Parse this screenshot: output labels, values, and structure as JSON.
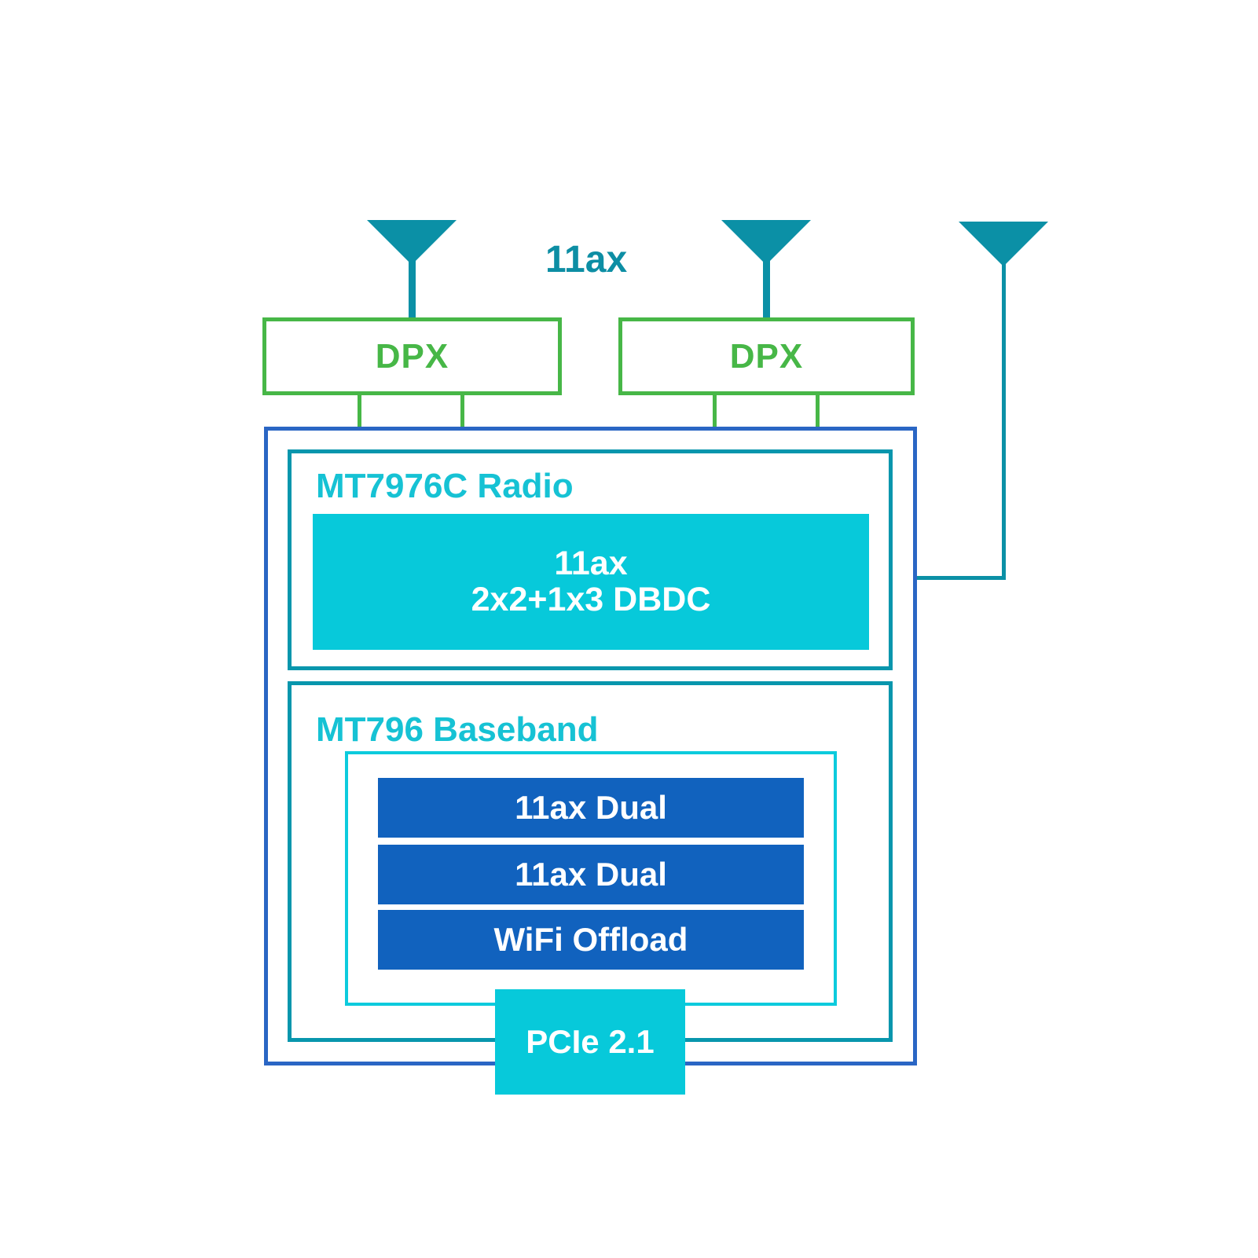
{
  "diagram_title": "11ax",
  "antennas": {
    "count": 3,
    "description": "three antenna-icons, third antenna routed by a feedline to the right side of the chip block"
  },
  "duplexers": [
    {
      "label": "DPX"
    },
    {
      "label": "DPX"
    }
  ],
  "radio": {
    "title": "MT7976C Radio",
    "core": {
      "line1": "11ax",
      "line2": "2x2+1x3 DBDC"
    }
  },
  "baseband": {
    "title": "MT796 Baseband",
    "modules": [
      {
        "label": "11ax Dual"
      },
      {
        "label": "11ax Dual"
      },
      {
        "label": "WiFi Offload"
      }
    ],
    "interface": {
      "label": "PCIe 2.1"
    }
  },
  "colors": {
    "teal_antenna": "#0b90a6",
    "teal_title": "#0d8ea4",
    "green_dpx": "#47b747",
    "blue_outer_border": "#2a66c4",
    "teal_sub_border": "#0896ad",
    "cyan_fill": "#07c9da",
    "cyan_label": "#16c2d4",
    "cyan_inner_border": "#0ccbdd",
    "blue_module_fill": "#1162be",
    "white_text": "#ffffff"
  }
}
